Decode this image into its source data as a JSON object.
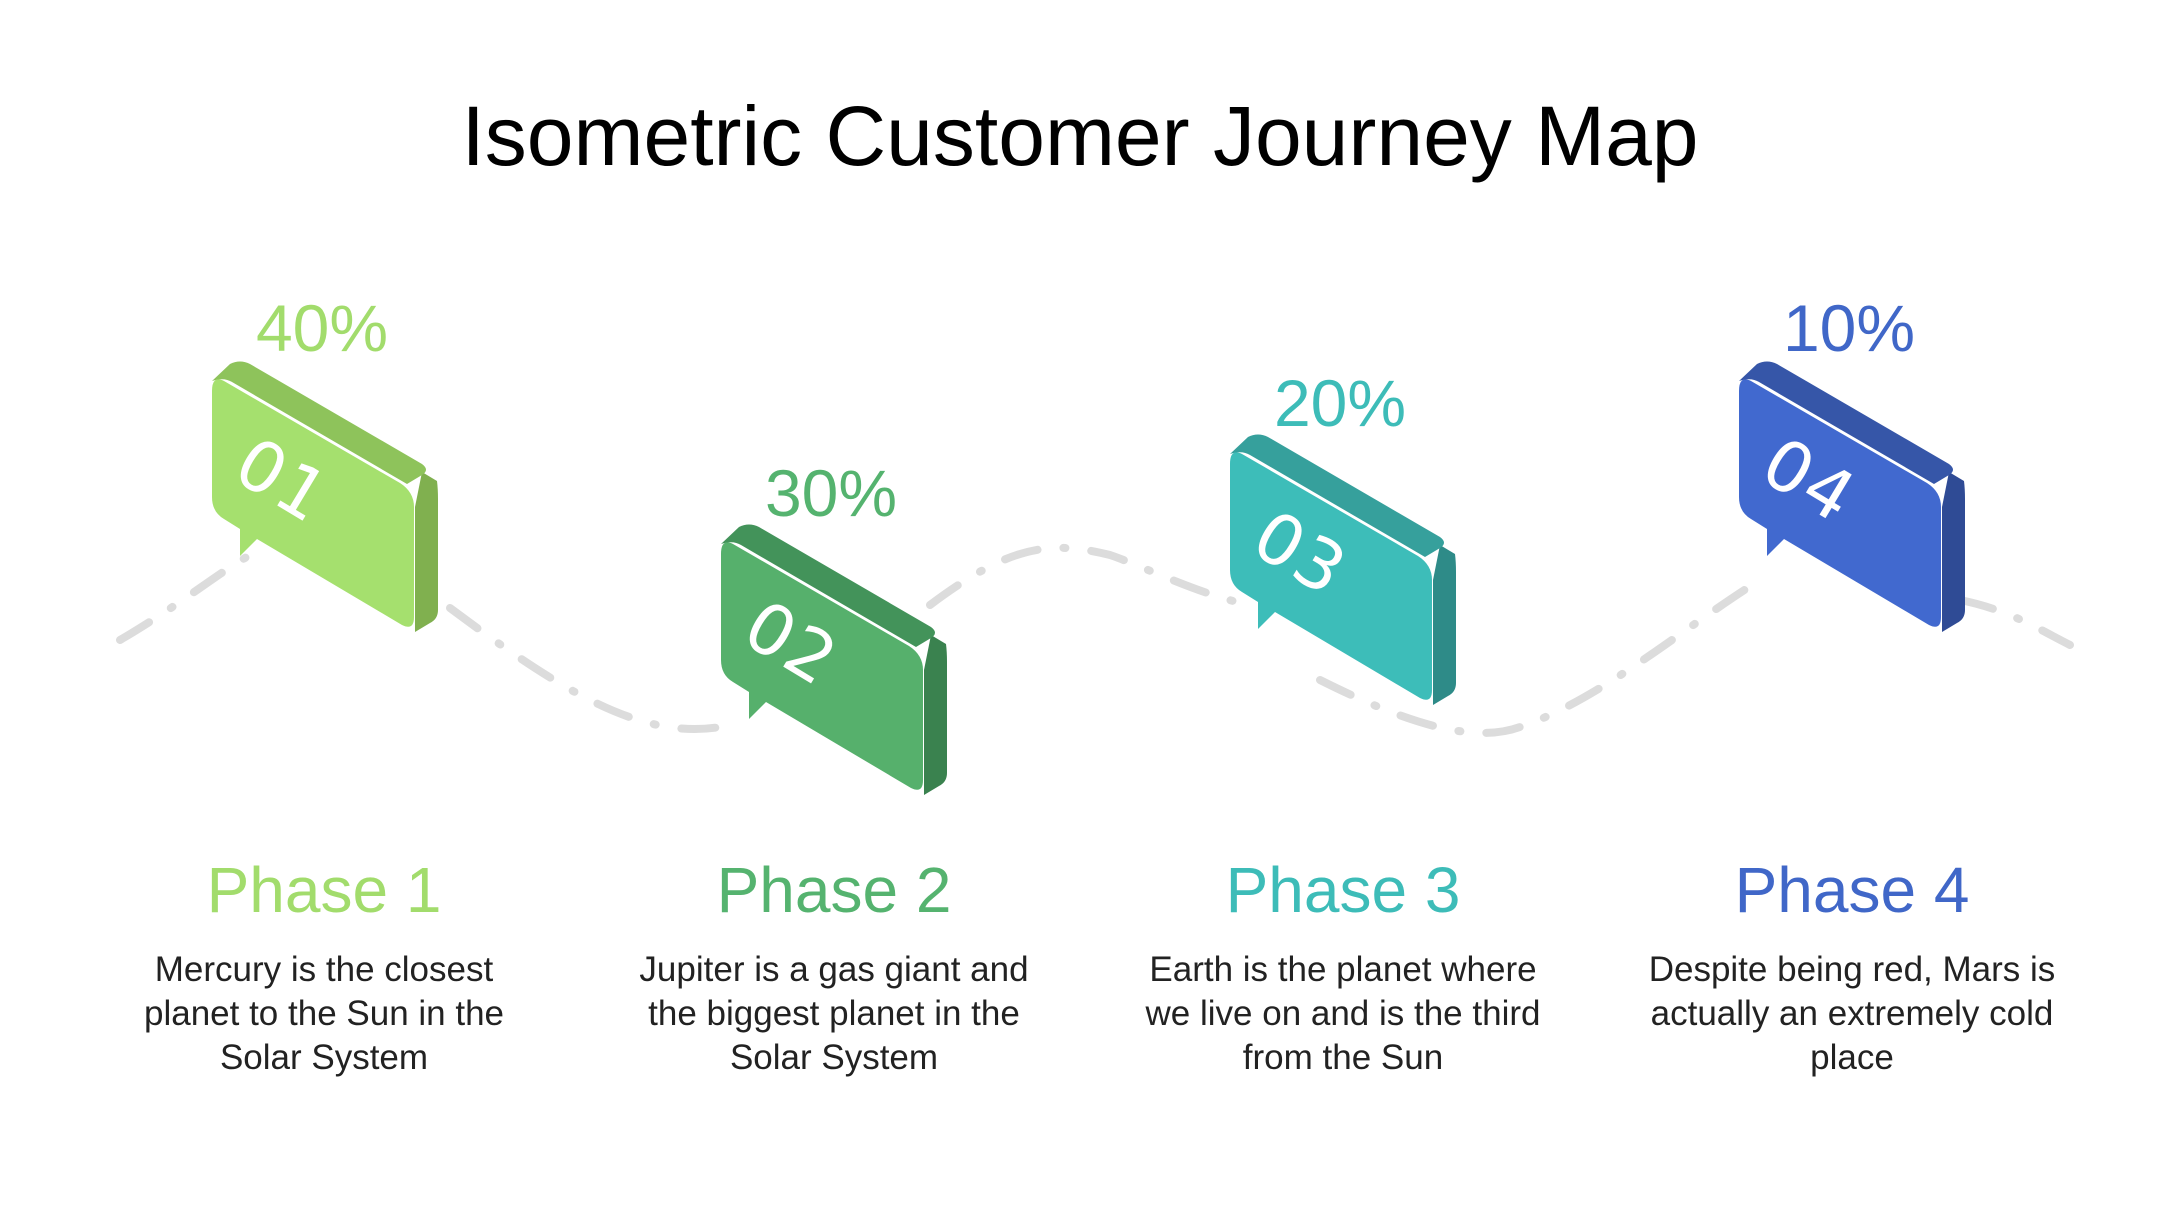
{
  "title": "Isometric Customer Journey Map",
  "phases": [
    {
      "number": "01",
      "percent": "40%",
      "title": "Phase 1",
      "description": "Mercury is the closest planet to the Sun in the Solar System",
      "color": "#a2dc6c",
      "color_front": "#a5e06e",
      "color_top": "#8ec35b",
      "color_side": "#80b04f"
    },
    {
      "number": "02",
      "percent": "30%",
      "title": "Phase 2",
      "description": "Jupiter is a gas giant and the biggest planet in the Solar System",
      "color": "#55b36f",
      "color_front": "#56b06c",
      "color_top": "#43935a",
      "color_side": "#3a824f"
    },
    {
      "number": "03",
      "percent": "20%",
      "title": "Phase 3",
      "description": "Earth is the planet where we live on and is the third from the Sun",
      "color": "#3dbcb8",
      "color_front": "#3dbdb9",
      "color_top": "#36a09c",
      "color_side": "#2e8b88"
    },
    {
      "number": "04",
      "percent": "10%",
      "title": "Phase 4",
      "description": "Despite being red, Mars is actually an extremely cold place",
      "color": "#4067c8",
      "color_front": "#4169cf",
      "color_top": "#3656a8",
      "color_side": "#2f4b95"
    }
  ],
  "path_color": "#dcdcdc"
}
